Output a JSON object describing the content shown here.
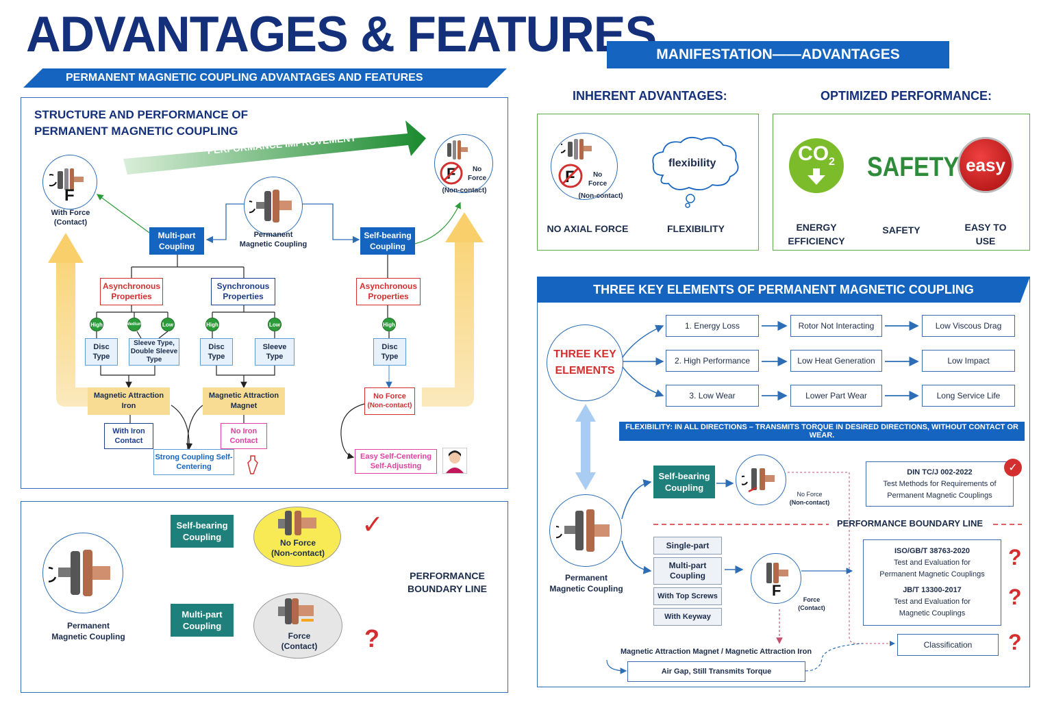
{
  "title": "ADVANTAGES & FEATURES",
  "subtitle": "PERMANENT MAGNETIC COUPLING ADVANTAGES AND FEATURES",
  "left_panel": {
    "heading_line1": "STRUCTURE AND PERFORMANCE OF",
    "heading_line2": "PERMANENT MAGNETIC COUPLING",
    "performance_improvement": "PERFORMANCE IMPROVEMENT",
    "with_force_line1": "With Force",
    "with_force_line2": "(Contact)",
    "no_force_line1": "No",
    "no_force_line2": "Force",
    "no_force_line3": "(Non-contact)",
    "coupling_line1": "Permanent",
    "coupling_line2": "Magnetic Coupling",
    "multi_part": "Multi-part Coupling",
    "self_bearing": "Self-bearing Coupling",
    "async_props": "Asynchronous Properties",
    "sync_props": "Synchronous Properties",
    "async_props_right": "Asynchronous Properties",
    "high": "High",
    "medium": "Medium",
    "low": "Low",
    "disc_type": "Disc Type",
    "sleeve_double": "Sleeve Type, Double Sleeve Type",
    "sleeve_type": "Sleeve Type",
    "mag_iron": "Magnetic Attraction Iron",
    "mag_magnet": "Magnetic Attraction Magnet",
    "with_iron": "With Iron Contact",
    "no_iron": "No Iron Contact",
    "strong_coupling": "Strong Coupling Self-Centering",
    "no_force_box_line1": "No Force",
    "no_force_box_line2": "(Non-contact)",
    "easy_centering": "Easy Self-Centering Self-Adjusting",
    "f_letter": "F"
  },
  "bottom_panel": {
    "self_bearing": "Self-bearing Coupling",
    "multi_part": "Multi-part Coupling",
    "coupling_line1": "Permanent",
    "coupling_line2": "Magnetic Coupling",
    "no_force_line1": "No Force",
    "no_force_line2": "(Non-contact)",
    "force_line1": "Force",
    "force_line2": "(Contact)",
    "boundary_line1": "PERFORMANCE",
    "boundary_line2": "BOUNDARY LINE",
    "check": "✓",
    "question": "?"
  },
  "right_header": "MANIFESTATION——ADVANTAGES",
  "inherent": {
    "title": "INHERENT ADVANTAGES:",
    "no_line1": "No",
    "no_line2": "Force",
    "no_line3": "(Non-contact)",
    "flex_cloud": "flexibility",
    "label_axial": "NO AXIAL FORCE",
    "label_flex": "FLEXIBILITY",
    "f_letter": "F"
  },
  "optimized": {
    "title": "OPTIMIZED PERFORMANCE:",
    "co2": "CO",
    "co2_sub": "2",
    "safety_word": "SAFETY",
    "easy_word": "easy",
    "label_energy_line1": "ENERGY",
    "label_energy_line2": "EFFICIENCY",
    "label_safety": "SAFETY",
    "label_easy_line1": "EASY TO",
    "label_easy_line2": "USE"
  },
  "three_key": {
    "header": "THREE KEY ELEMENTS OF PERMANENT MAGNETIC COUPLING",
    "circle_line1": "THREE KEY",
    "circle_line2": "ELEMENTS",
    "rows": [
      {
        "a": "1.  Energy Loss",
        "b": "Rotor Not Interacting",
        "c": "Low Viscous Drag"
      },
      {
        "a": "2. High Performance",
        "b": "Low Heat Generation",
        "c": "Low Impact"
      },
      {
        "a": "3.  Low Wear",
        "b": "Lower Part Wear",
        "c": "Long Service Life"
      }
    ],
    "flex_banner": "FLEXIBILITY: IN ALL DIRECTIONS – TRANSMITS TORQUE IN DESIRED DIRECTIONS, WITHOUT CONTACT OR WEAR.",
    "self_bearing": "Self-bearing Coupling",
    "no_force_line1": "No Force",
    "no_force_line2": "(Non-contact)",
    "din_line1": "DIN  TC/J 002-2022",
    "din_line2": "Test Methods for Requirements of",
    "din_line3": "Permanent Magnetic Couplings",
    "boundary": "PERFORMANCE BOUNDARY LINE",
    "coupling_line1": "Permanent",
    "coupling_line2": "Magnetic Coupling",
    "single_part": "Single-part",
    "multi_part": "Multi-part Coupling",
    "top_screws": "With Top Screws",
    "keyway": "With Keyway",
    "force_line1": "Force",
    "force_line2": "(Contact)",
    "iso_line1": "ISO/GB/T 38763-2020",
    "iso_line2": "Test and Evaluation for",
    "iso_line3": "Permanent Magnetic Couplings",
    "jb_line1": "JB/T 13300-2017",
    "jb_line2": "Test and Evaluation for",
    "jb_line3": "Magnetic Couplings",
    "classification": "Classification",
    "mag_attraction": "Magnetic Attraction Magnet / Magnetic Attraction Iron",
    "air_gap": "Air Gap, Still Transmits Torque",
    "question": "?",
    "check": "✓",
    "f_letter": "F"
  },
  "colors": {
    "navy": "#14307a",
    "blue": "#1565c0",
    "teal": "#1f7f7a",
    "red": "#d32f2f",
    "green": "#2e9b3a",
    "yellow": "#f6c453"
  }
}
